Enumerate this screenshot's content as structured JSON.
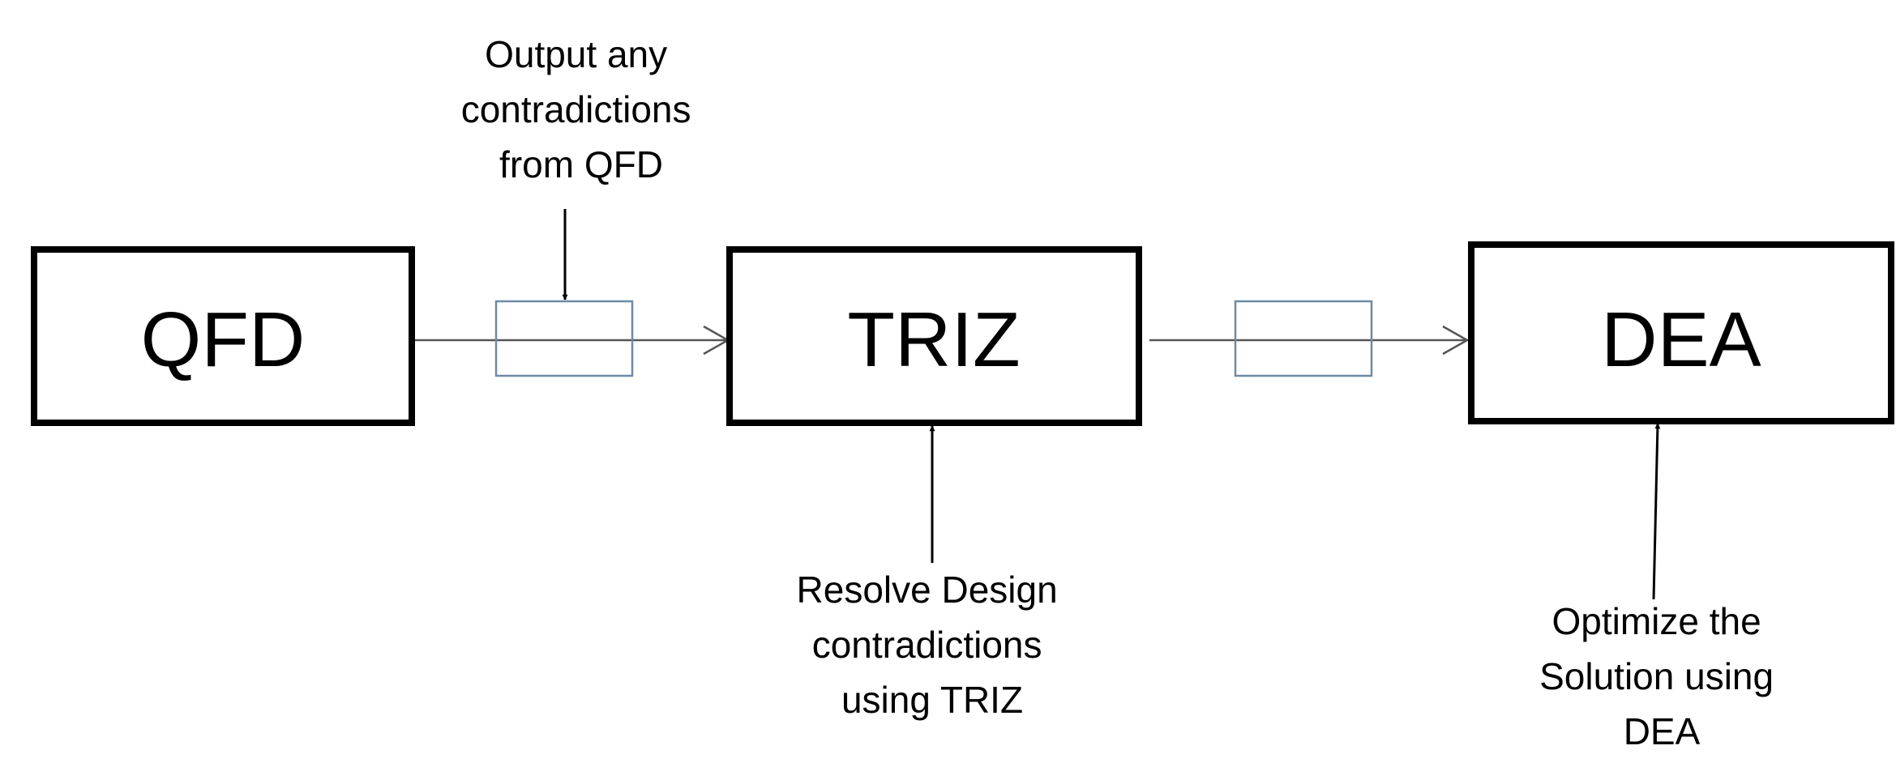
{
  "nodes": {
    "qfd": "QFD",
    "triz": "TRIZ",
    "dea": "DEA"
  },
  "notes": {
    "qfd_output": [
      "Output any",
      "contradictions",
      "from QFD"
    ],
    "triz_resolve": [
      "Resolve Design",
      "contradictions",
      "using TRIZ"
    ],
    "dea_optimize": [
      "Optimize the",
      "Solution using",
      "DEA"
    ]
  },
  "colors": {
    "box_stroke": "#000000",
    "connector": "#555555",
    "small_box": "#6e8aa6"
  }
}
